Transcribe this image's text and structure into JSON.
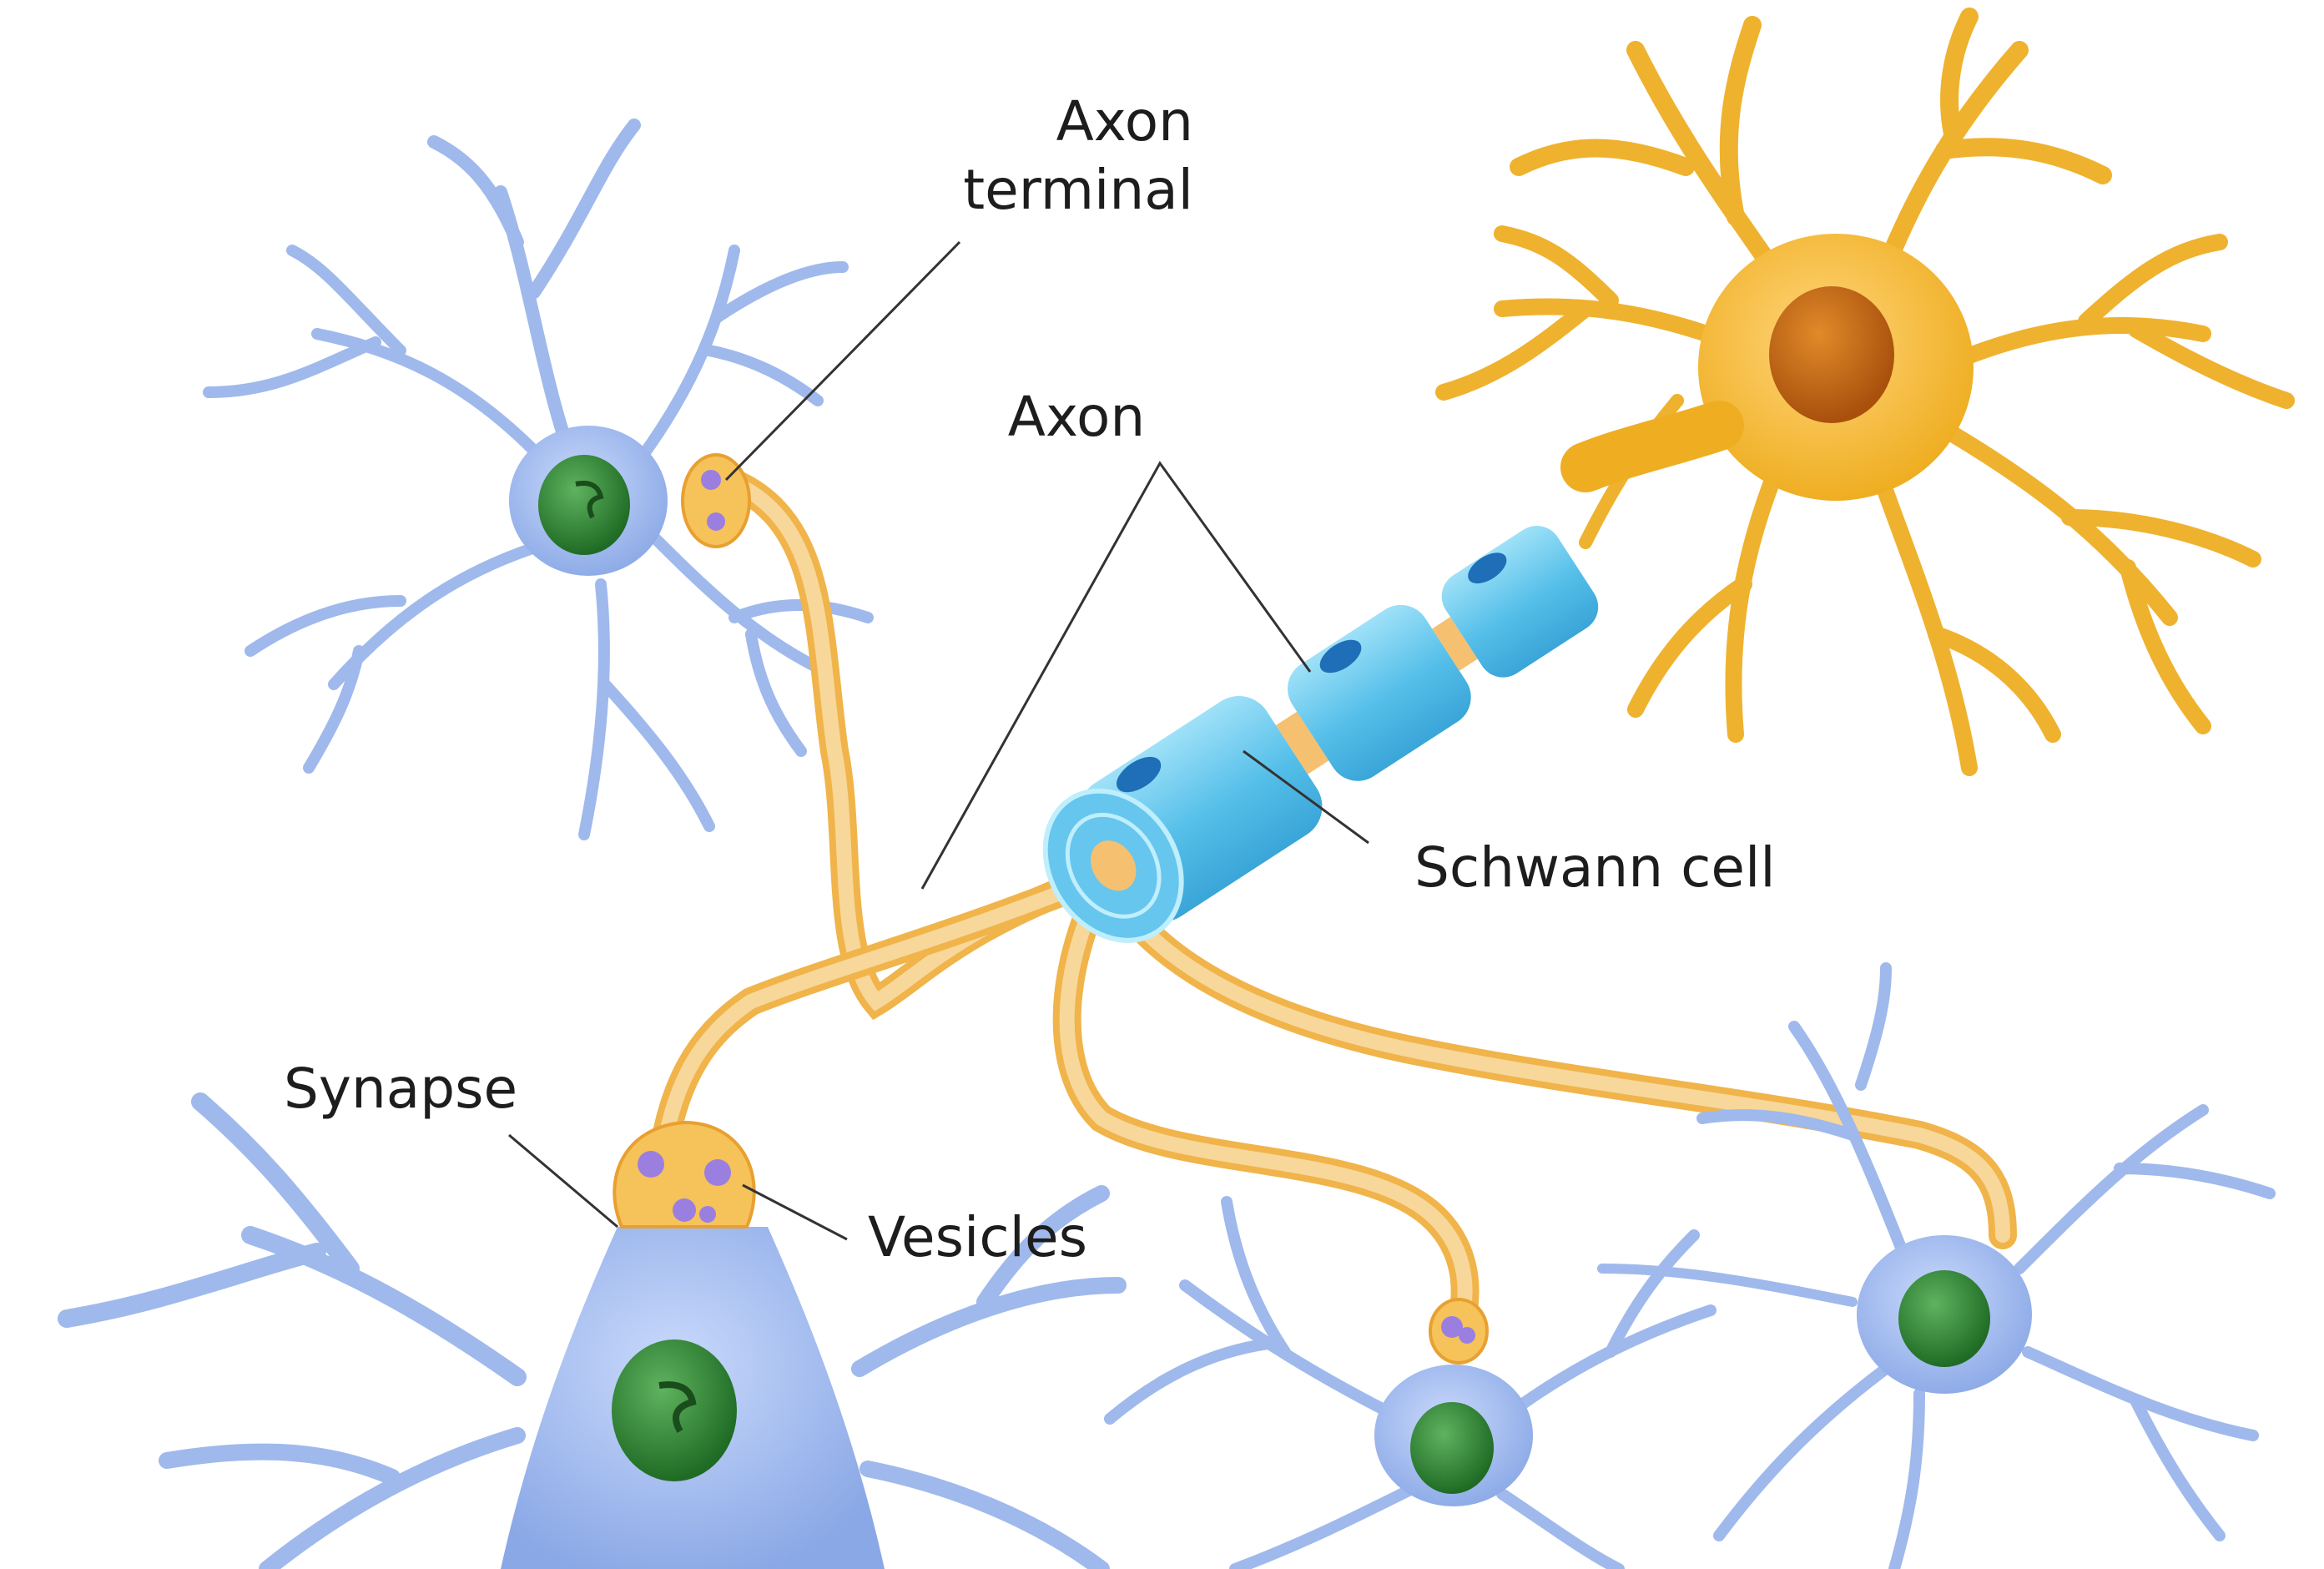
{
  "labels": {
    "axon_terminal_line1": "Axon",
    "axon_terminal_line2": "terminal",
    "axon": "Axon",
    "schwann_cell": "Schwann cell",
    "synapse": "Synapse",
    "vesicles": "Vesicles"
  },
  "colors": {
    "background": "#ffffff",
    "blue_neuron": "#9fb9ec",
    "blue_soma": "#8aa8e6",
    "orange_neuron": "#efb22e",
    "axon_orange": "#f5c976",
    "myelin_blue": "#5fc3ec",
    "nucleus_green": "#2e7d32",
    "nucleus_orange": "#c56a14",
    "vesicle_purple": "#9b7fe0"
  }
}
